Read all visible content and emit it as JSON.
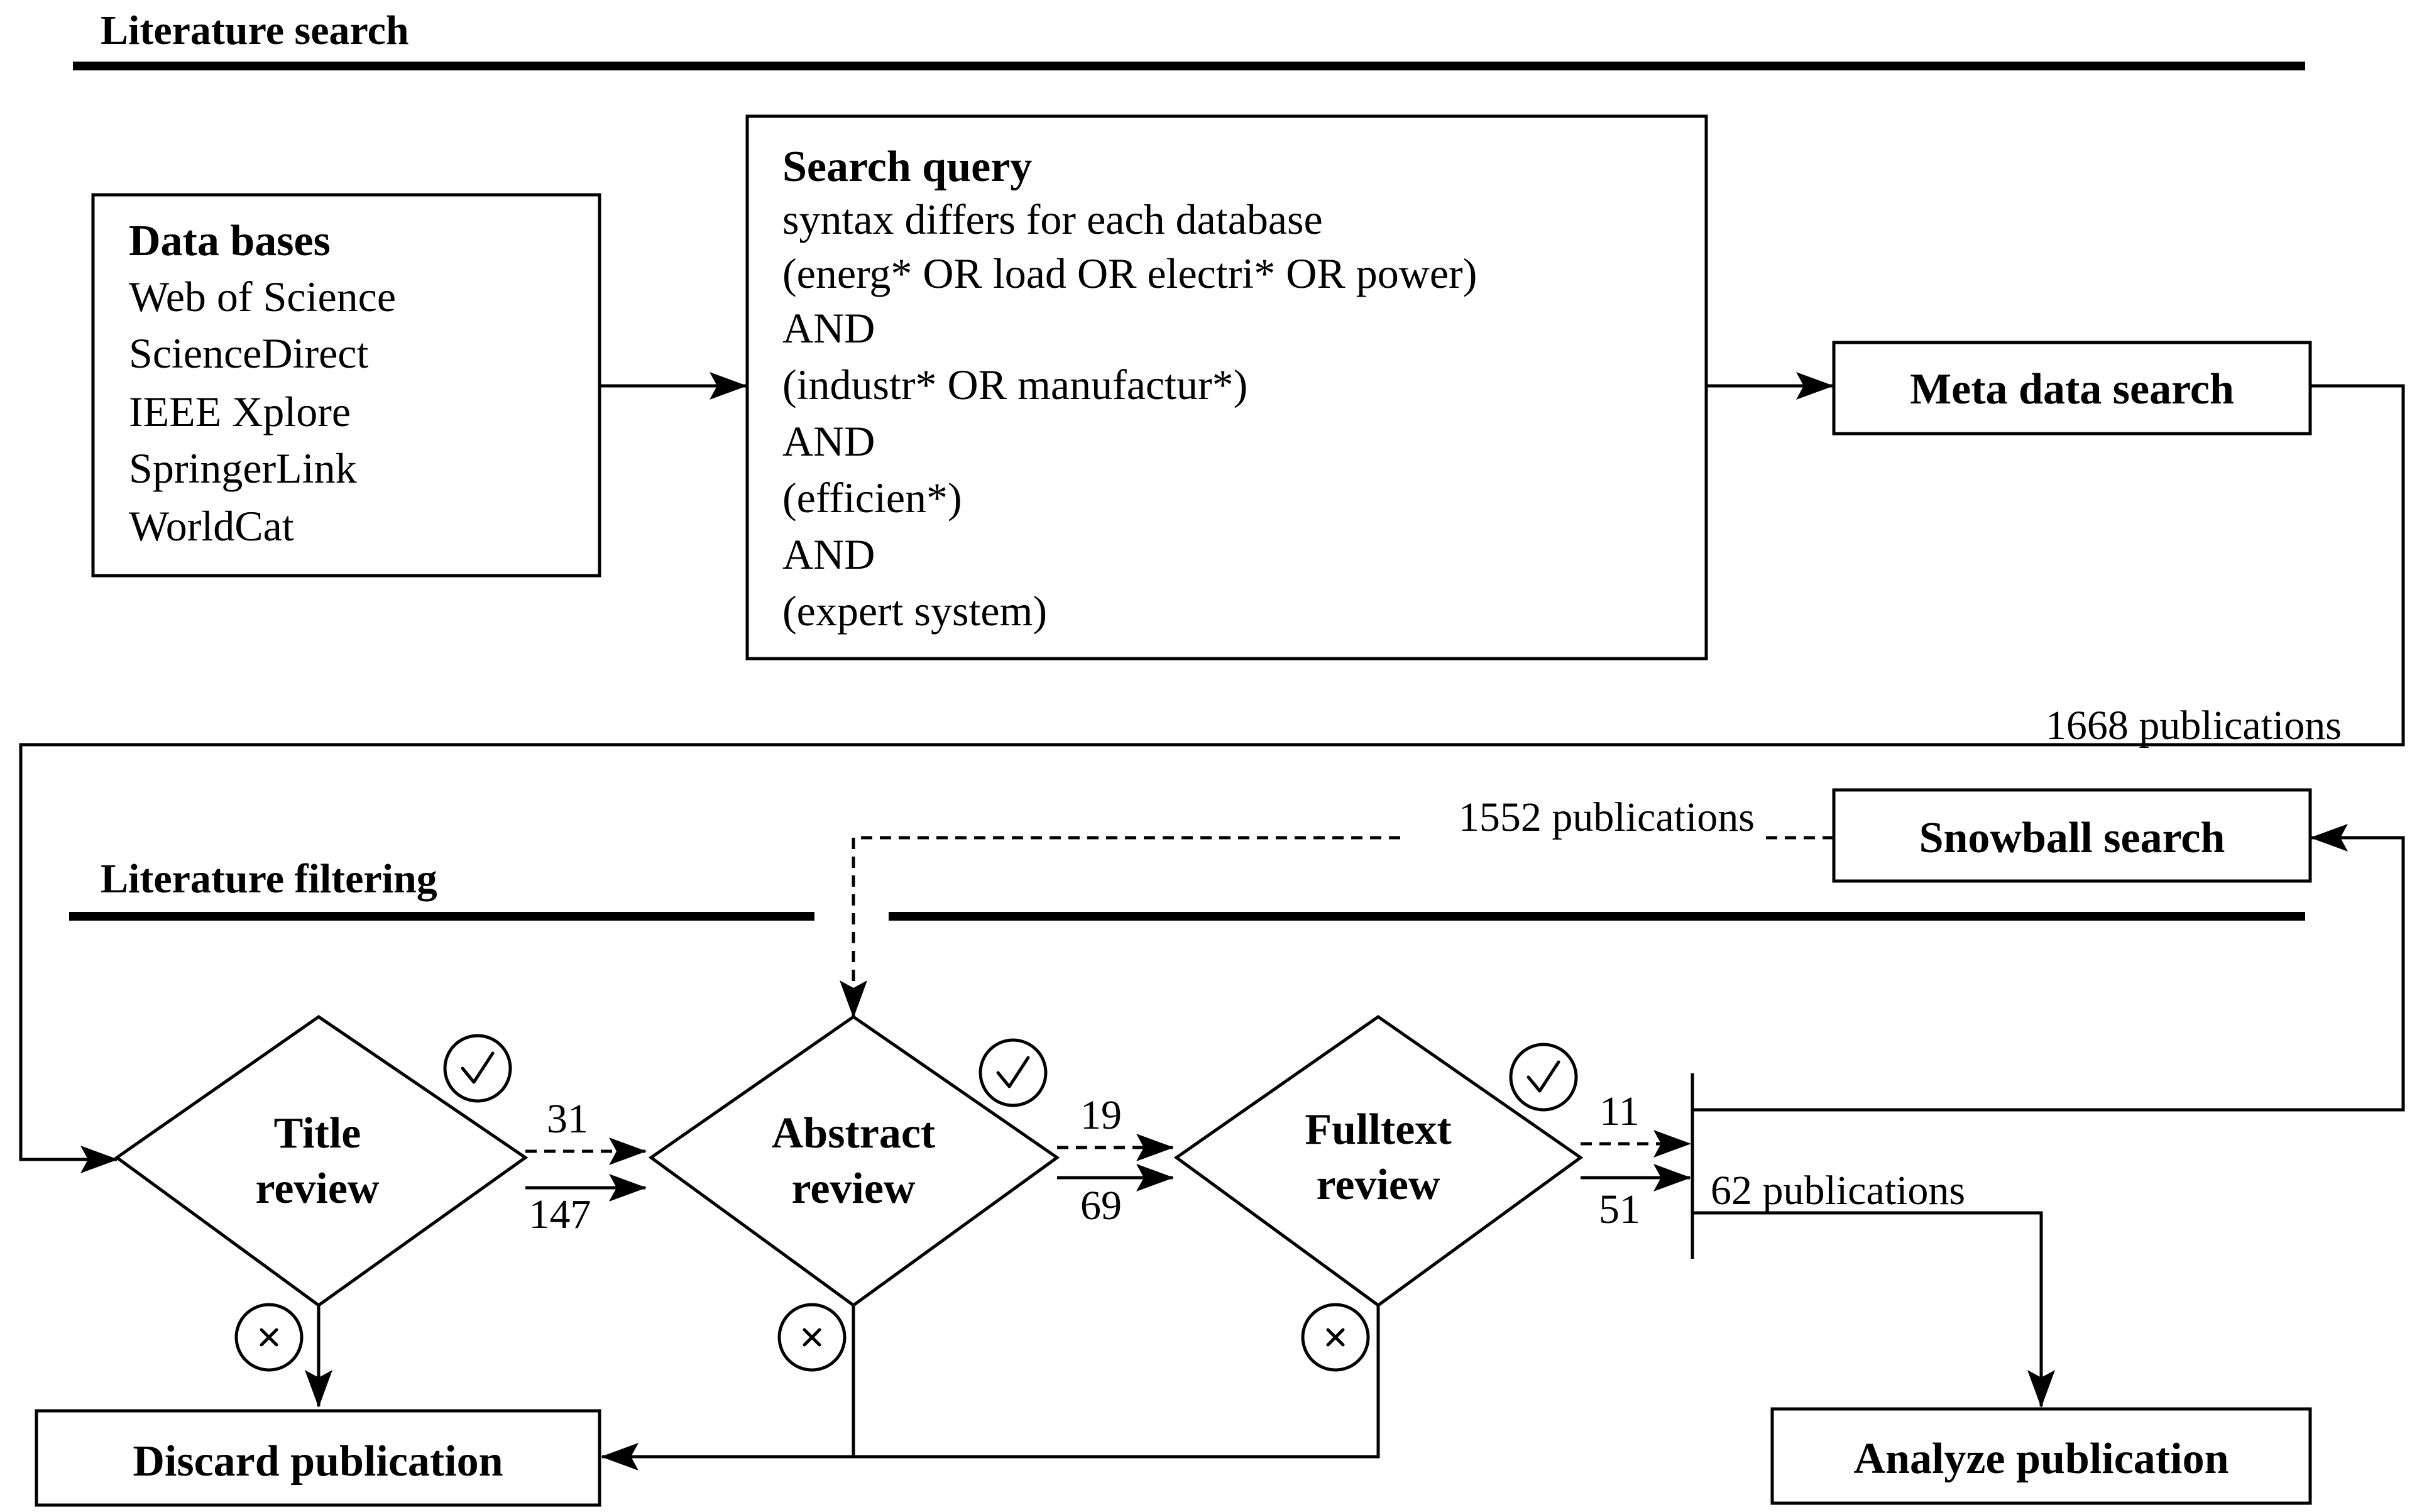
{
  "sections": {
    "search": "Literature search",
    "filtering": "Literature filtering"
  },
  "databases": {
    "title": "Data bases",
    "items": [
      "Web of Science",
      "ScienceDirect",
      "IEEE Xplore",
      "SpringerLink",
      "WorldCat"
    ]
  },
  "query": {
    "title": "Search query",
    "lines": [
      "syntax differs for each database",
      "(energ* OR load OR electri* OR power)",
      "AND",
      "(industr* OR manufactur*)",
      "AND",
      "(efficien*)",
      "AND",
      "(expert system)"
    ]
  },
  "meta_search": "Meta data search",
  "snowball_search": "Snowball search",
  "title_review": [
    "Title",
    "review"
  ],
  "abstract_review": [
    "Abstract",
    "review"
  ],
  "fulltext_review": [
    "Fulltext",
    "review"
  ],
  "discard": "Discard publication",
  "analyze": "Analyze publication",
  "flows": {
    "meta_count": "1668 publications",
    "snowball_count": "1552 publications",
    "title_snowball": "31",
    "title_meta": "147",
    "abstract_snowball": "19",
    "abstract_meta": "69",
    "fulltext_snowball": "11",
    "fulltext_meta": "51",
    "total": "62 publications"
  },
  "icons": {
    "accept": "check-circle-icon",
    "reject": "x-circle-icon"
  }
}
